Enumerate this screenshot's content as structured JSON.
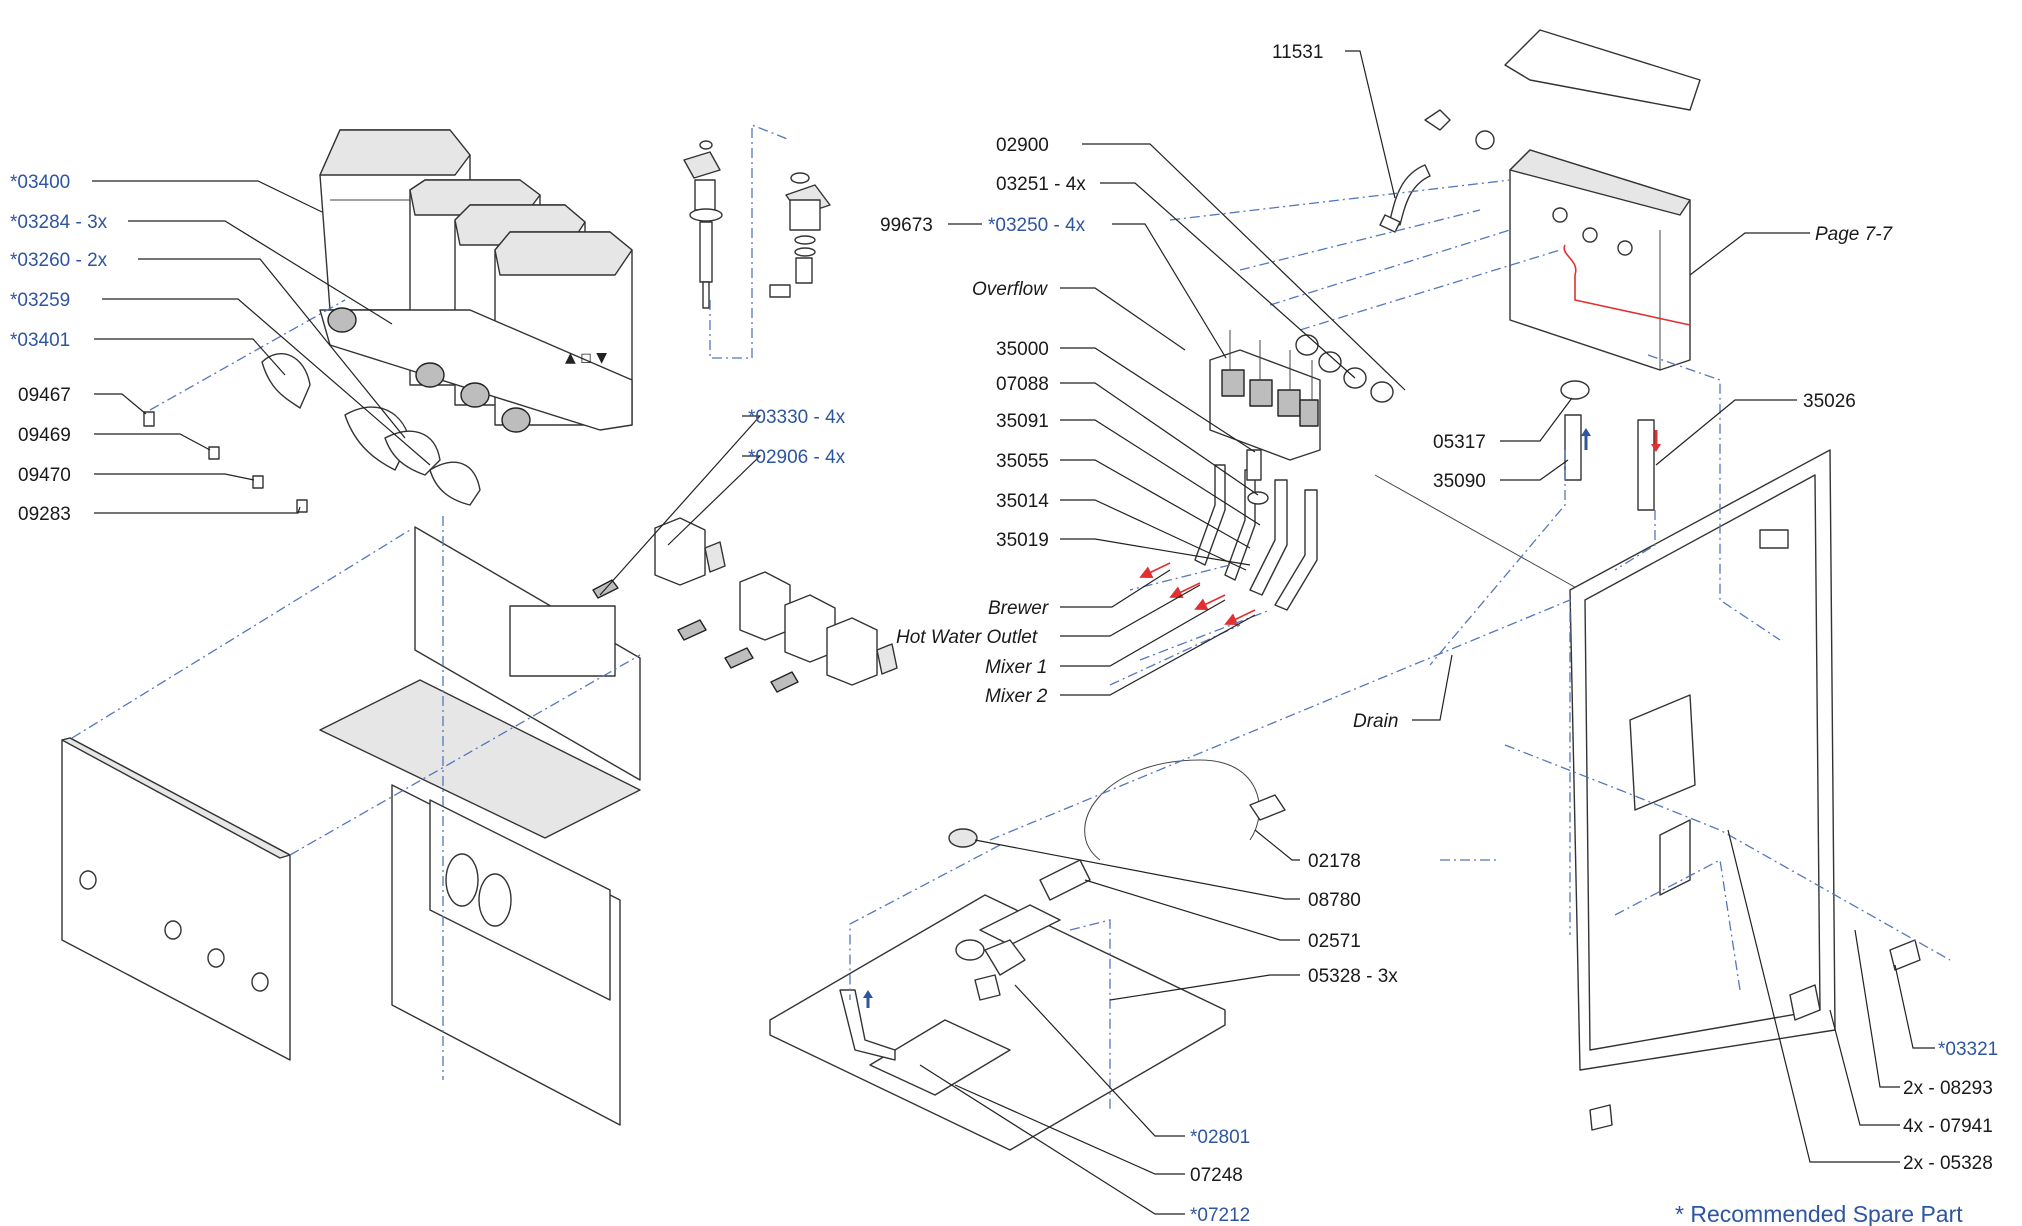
{
  "labels": {
    "p03400": "*03400",
    "p03284": "*03284 - 3x",
    "p03260": "*03260 - 2x",
    "p03259": "*03259",
    "p03401": "*03401",
    "p09467": "09467",
    "p09469": "09469",
    "p09470": "09470",
    "p09283": "09283",
    "p99673": "99673",
    "p03250": "*03250 - 4x",
    "p03330": "*03330 - 4x",
    "p02906": "*02906 - 4x",
    "p11531": "11531",
    "p02900": "02900",
    "p03251": "03251 - 4x",
    "overflow": "Overflow",
    "p35000": "35000",
    "p07088": "07088",
    "p35091": "35091",
    "p35055": "35055",
    "p35014": "35014",
    "p35019": "35019",
    "brewer": "Brewer",
    "hot_water": "Hot Water Outlet",
    "mixer1": "Mixer 1",
    "mixer2": "Mixer 2",
    "drain": "Drain",
    "page77": "Page 7-7",
    "p05317": "05317",
    "p35090": "35090",
    "p35026": "35026",
    "p02178": "02178",
    "p08780": "08780",
    "p02571": "02571",
    "p05328_3x": "05328 - 3x",
    "p02801": "*02801",
    "p07248": "07248",
    "p07212": "*07212",
    "p03321": "*03321",
    "p08293": "2x - 08293",
    "p07941": "4x - 07941",
    "p05328_2x": "2x - 05328"
  },
  "legend": "* Recommended Spare Part",
  "colors": {
    "spare_text": "#2e55a0",
    "text": "#1a1a1a",
    "centerline": "#5577bb",
    "flow_arrow_red": "#e03030",
    "flow_arrow_blue": "#2e55a0"
  }
}
